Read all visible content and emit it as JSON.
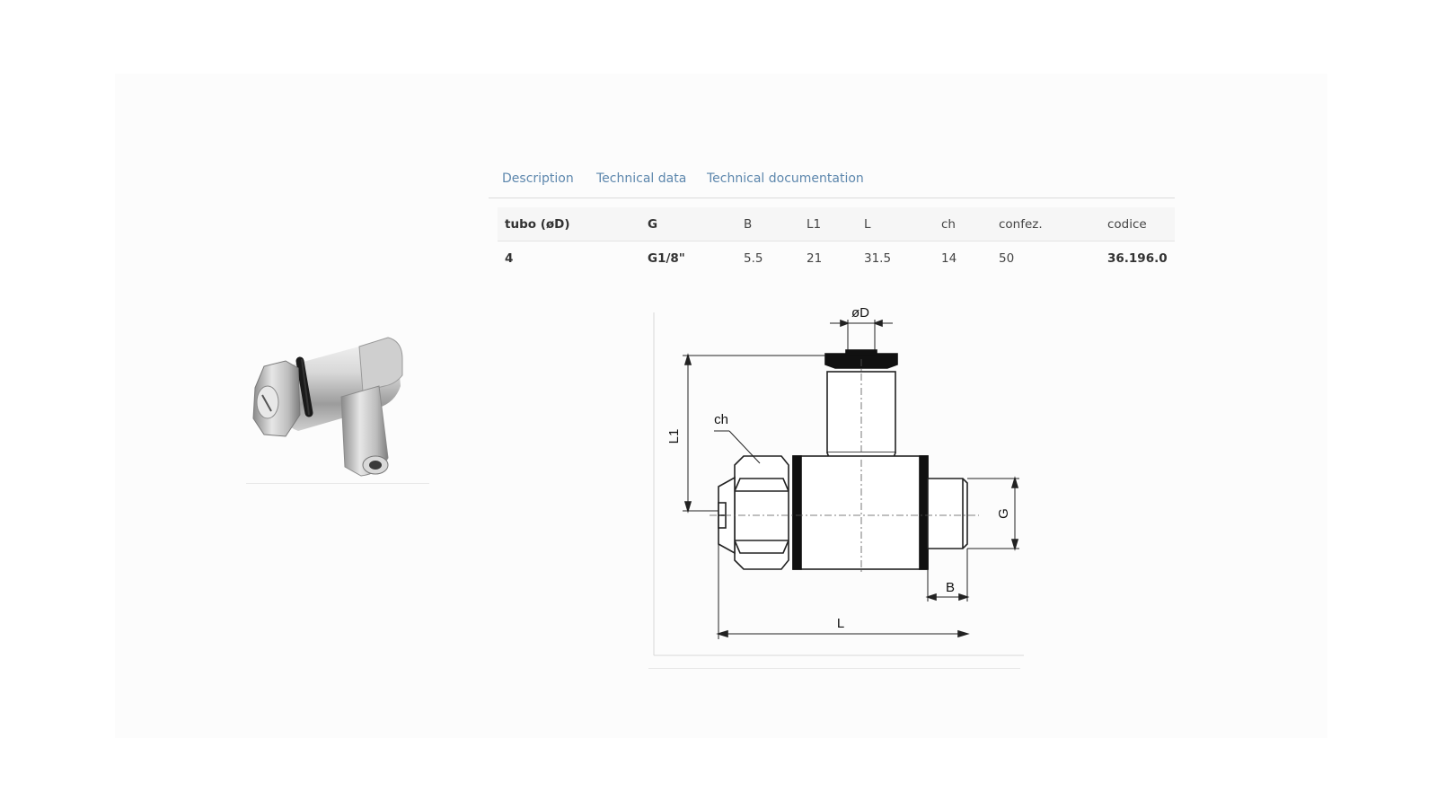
{
  "tabs": [
    {
      "label": "Description"
    },
    {
      "label": "Technical data"
    },
    {
      "label": "Technical documentation"
    }
  ],
  "table": {
    "headers": [
      "tubo (øD)",
      "G",
      "B",
      "L1",
      "L",
      "ch",
      "confez.",
      "codice"
    ],
    "rows": [
      [
        "4",
        "G1/8\"",
        "5.5",
        "21",
        "31.5",
        "14",
        "50",
        "36.196.0"
      ]
    ]
  },
  "drawing": {
    "labels": {
      "diameter": "øD",
      "l1": "L1",
      "ch": "ch",
      "g": "G",
      "b": "B",
      "l": "L"
    }
  },
  "colors": {
    "tab_link": "#5d87ad",
    "header_bg": "#f6f6f6",
    "seal_black": "#111111"
  }
}
